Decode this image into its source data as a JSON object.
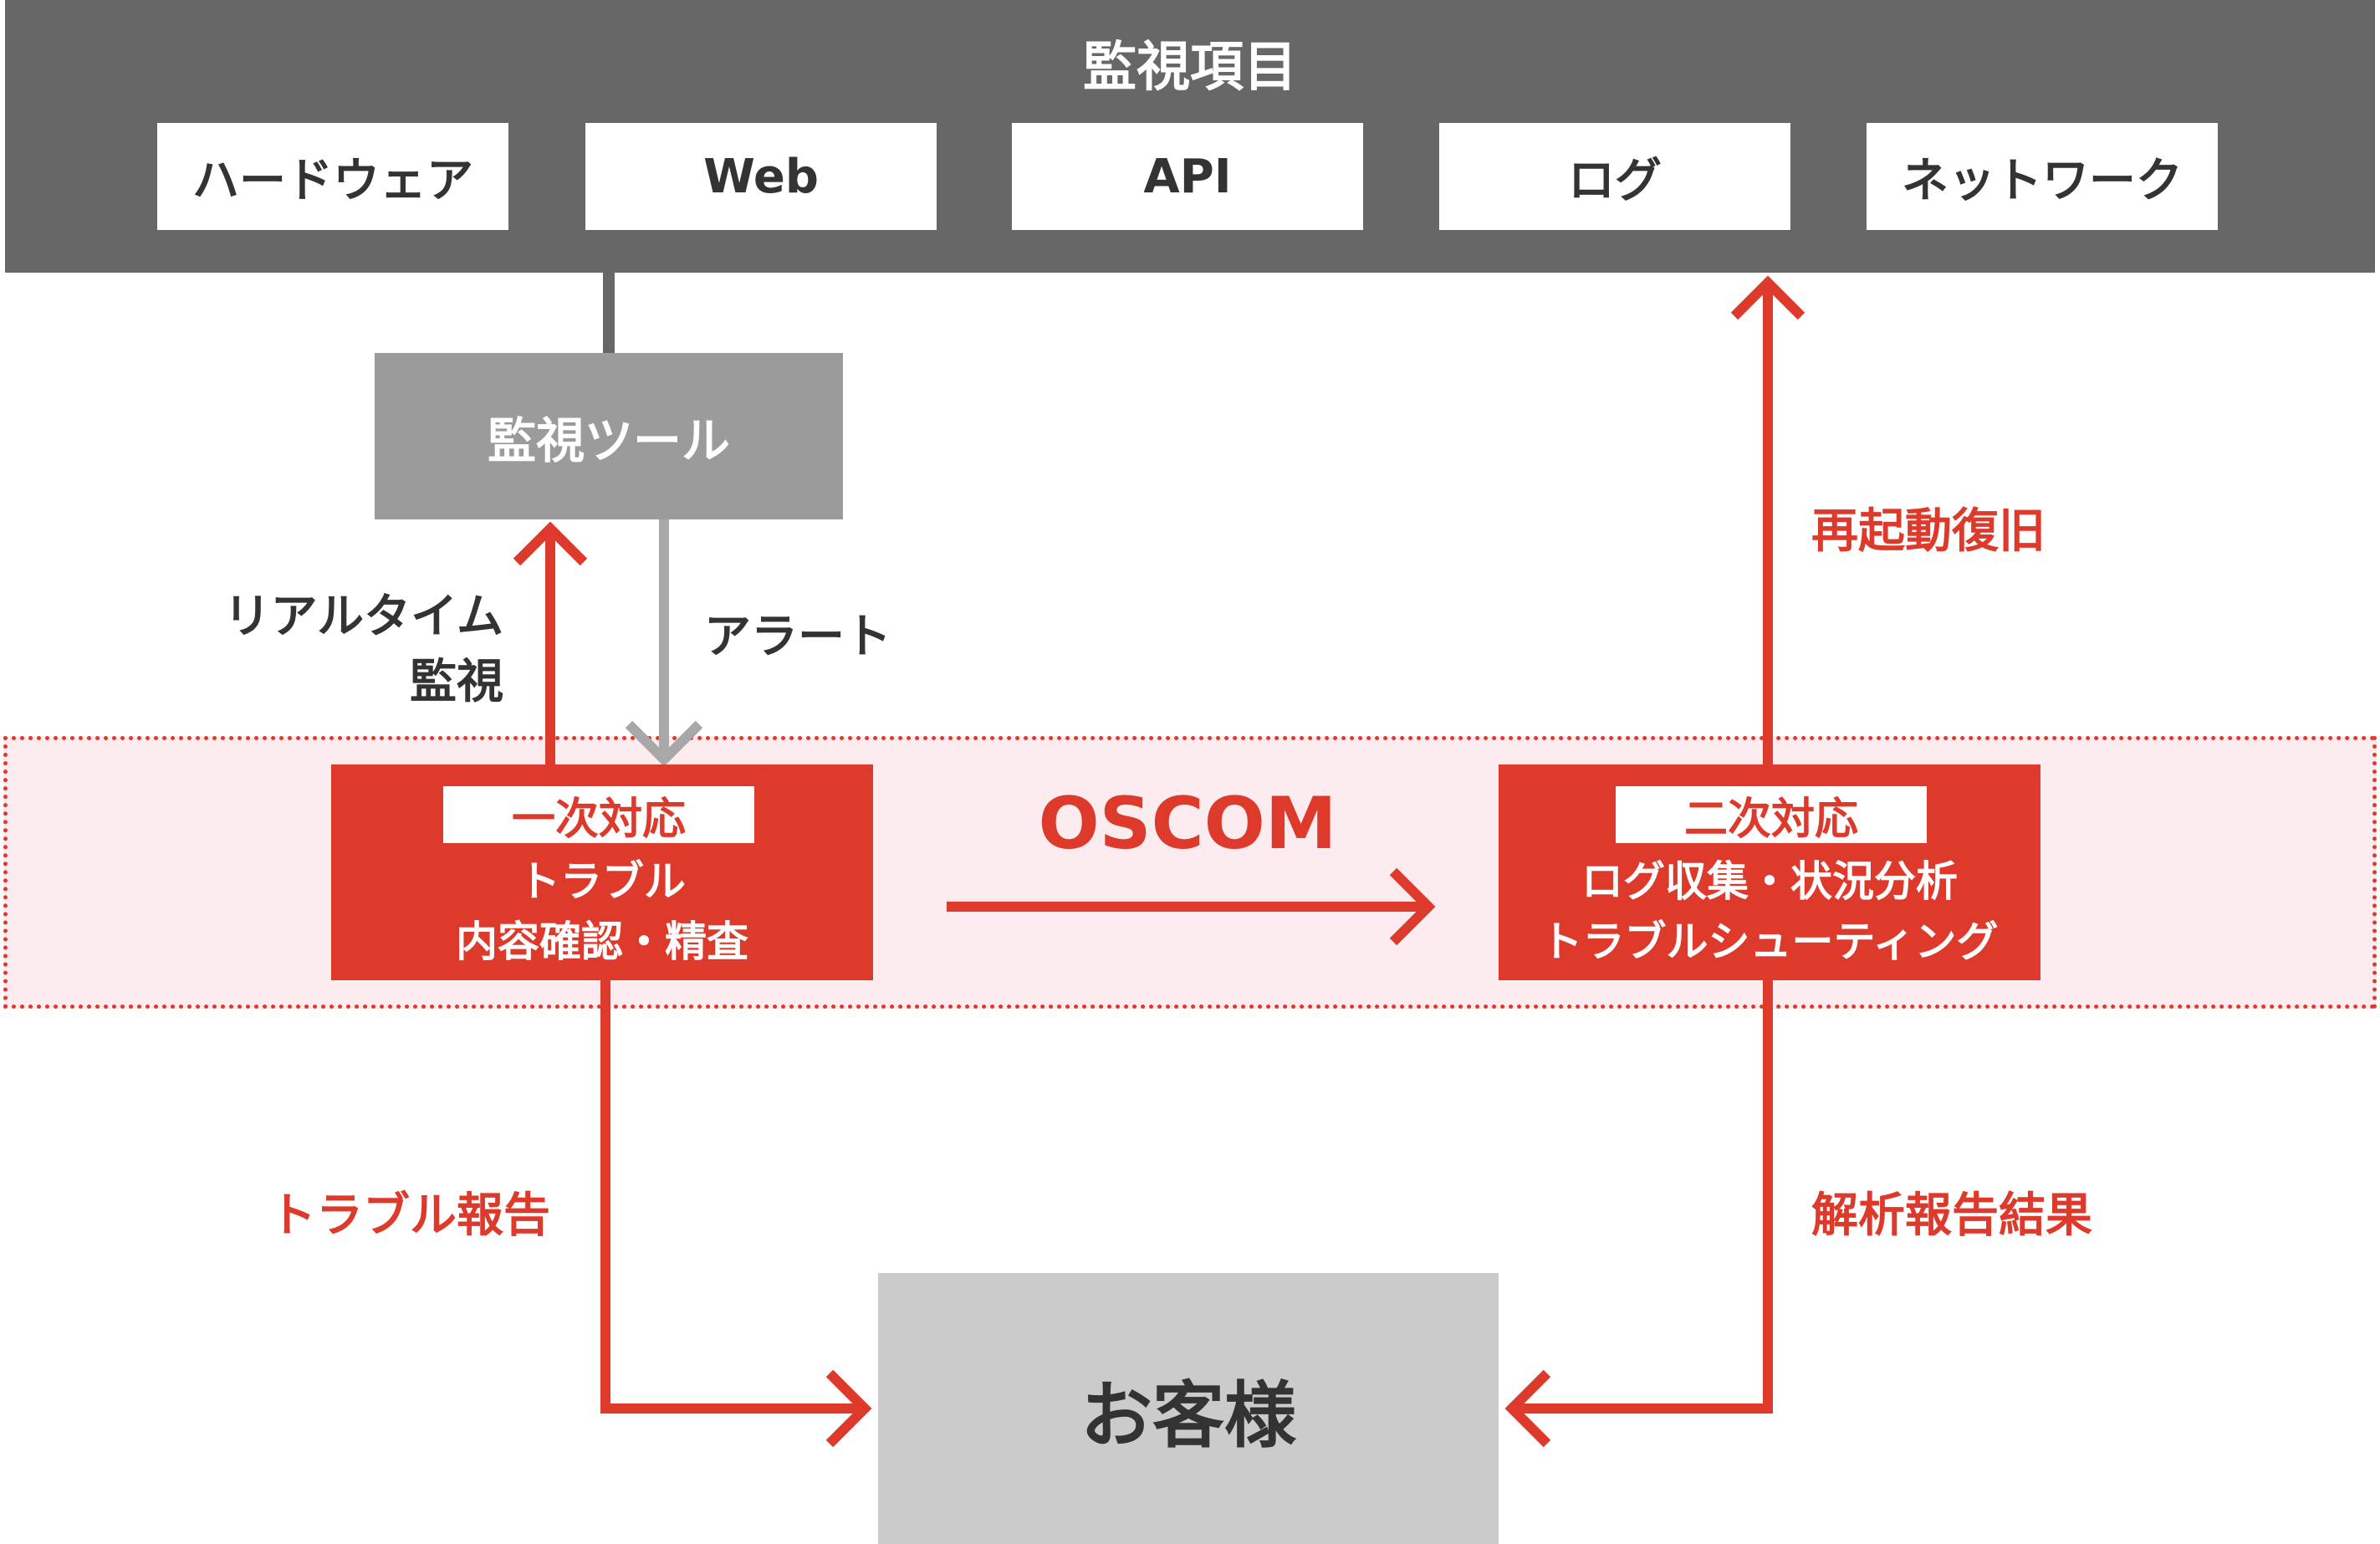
{
  "header": {
    "title": "監視項目",
    "items": [
      "ハードウェア",
      "Web",
      "API",
      "ログ",
      "ネットワーク"
    ]
  },
  "tool": {
    "label": "監視ツール"
  },
  "edges": {
    "realtime_line1": "リアルタイム",
    "realtime_line2": "監視",
    "alert": "アラート",
    "restart": "再起動復旧",
    "trouble_report": "トラブル報告",
    "analysis_report": "解析報告結果"
  },
  "oscom": {
    "label": "OSCOM",
    "primary": {
      "tag": "一次対応",
      "line1": "トラブル",
      "line2": "内容確認・精査"
    },
    "secondary": {
      "tag": "二次対応",
      "line1": "ログ収集・状況分析",
      "line2": "トラブルシューティング"
    }
  },
  "customer": {
    "label": "お客様"
  },
  "colors": {
    "header_bg": "#676767",
    "tool_bg": "#9b9b9b",
    "accent_red": "#dd3a2c",
    "band_bg": "#fdecef",
    "customer_bg": "#cbcbcb",
    "text_dark": "#333333"
  }
}
